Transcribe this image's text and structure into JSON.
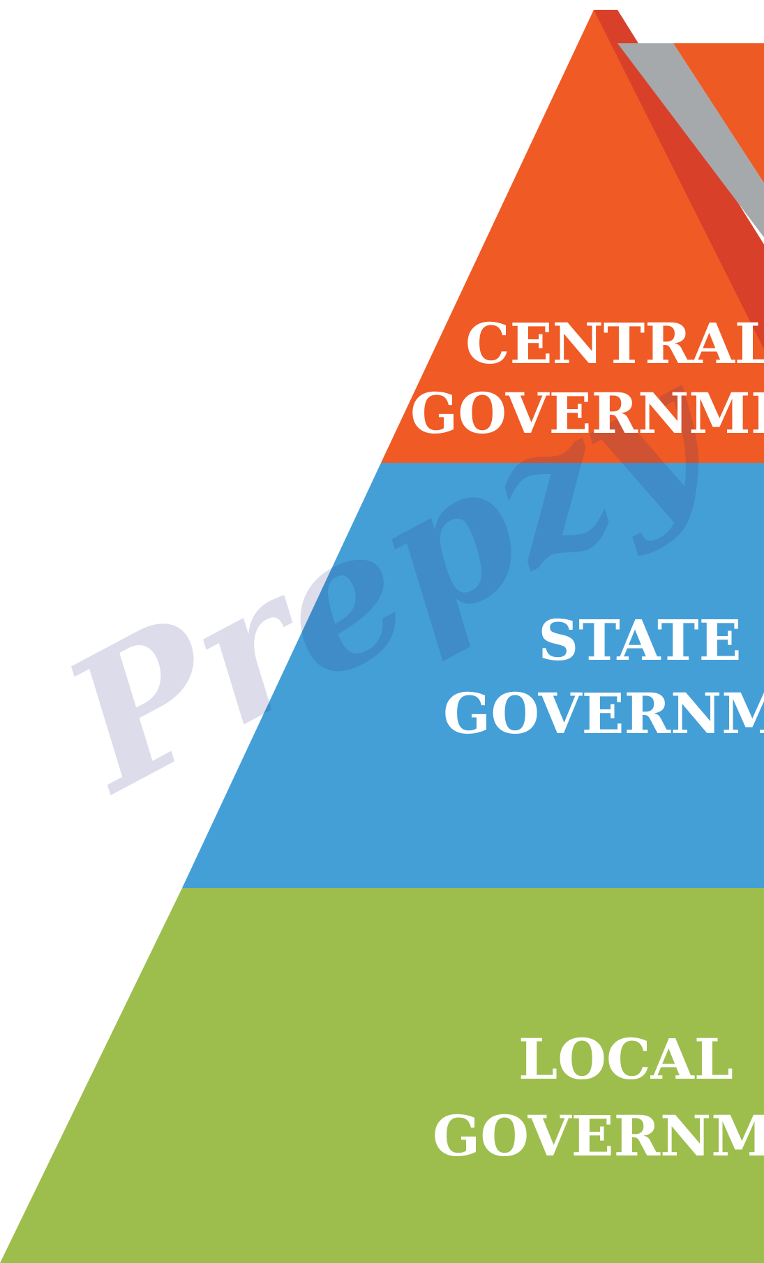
{
  "diagram": {
    "tiers": [
      {
        "id": "central",
        "line1": "CENTRAL",
        "line2": "GOVERNMENT",
        "color": "#F05A24"
      },
      {
        "id": "state",
        "line1": "STATE",
        "line2": "GOVERNMENT",
        "color": "#449FD7"
      },
      {
        "id": "local",
        "line1": "LOCAL",
        "line2": "GOVERNMENT",
        "color": "#9DBE4D"
      }
    ],
    "accent_colors": {
      "ribbon_gray": "#A6A9AB",
      "shadow_red": "#D9402A",
      "cap_orange": "#EE5A24"
    }
  },
  "watermark": {
    "text": "Prepzy",
    "color_primary": "#2B2F83",
    "color_accent": "#F7A531"
  }
}
